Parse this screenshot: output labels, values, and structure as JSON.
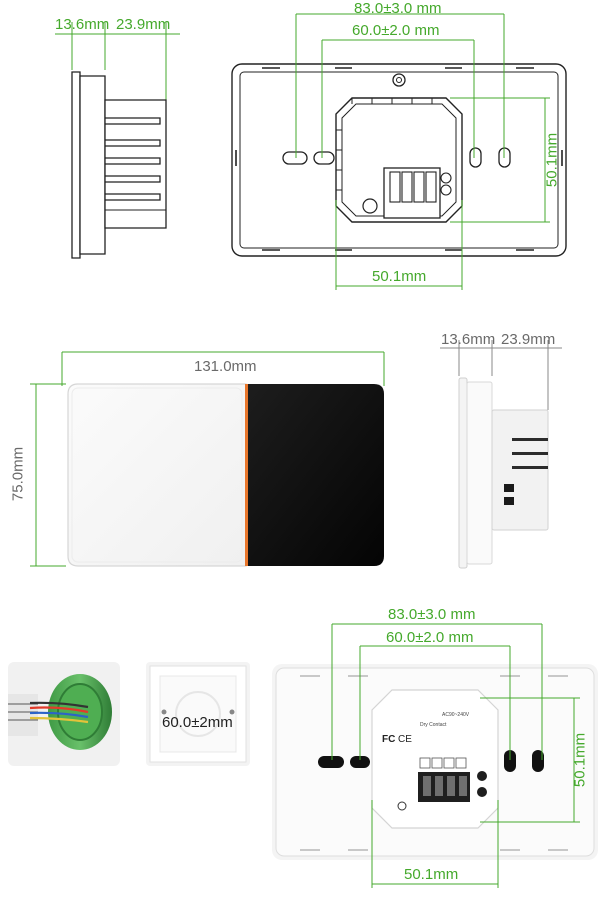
{
  "panel_1": {
    "side_depth_front": "13.6mm",
    "side_depth_back": "23.9mm",
    "hole_span_outer": "83.0±3.0 mm",
    "hole_span_inner": "60.0±2.0 mm",
    "module_height": "50.1mm",
    "module_width": "50.1mm"
  },
  "panel_2": {
    "front_width": "131.0mm",
    "front_height": "75.0mm",
    "side_depth_front": "13.6mm",
    "side_depth_back": "23.9mm"
  },
  "panel_3": {
    "box_hole_span": "60.0±2mm",
    "hole_span_outer": "83.0±3.0 mm",
    "hole_span_inner": "60.0±2.0 mm",
    "module_height": "50.1mm",
    "module_width": "50.1mm"
  },
  "colors": {
    "dimension_green": "#45a92c",
    "accent_orange": "#e8762b",
    "panel_black": "#0d0d0d"
  }
}
